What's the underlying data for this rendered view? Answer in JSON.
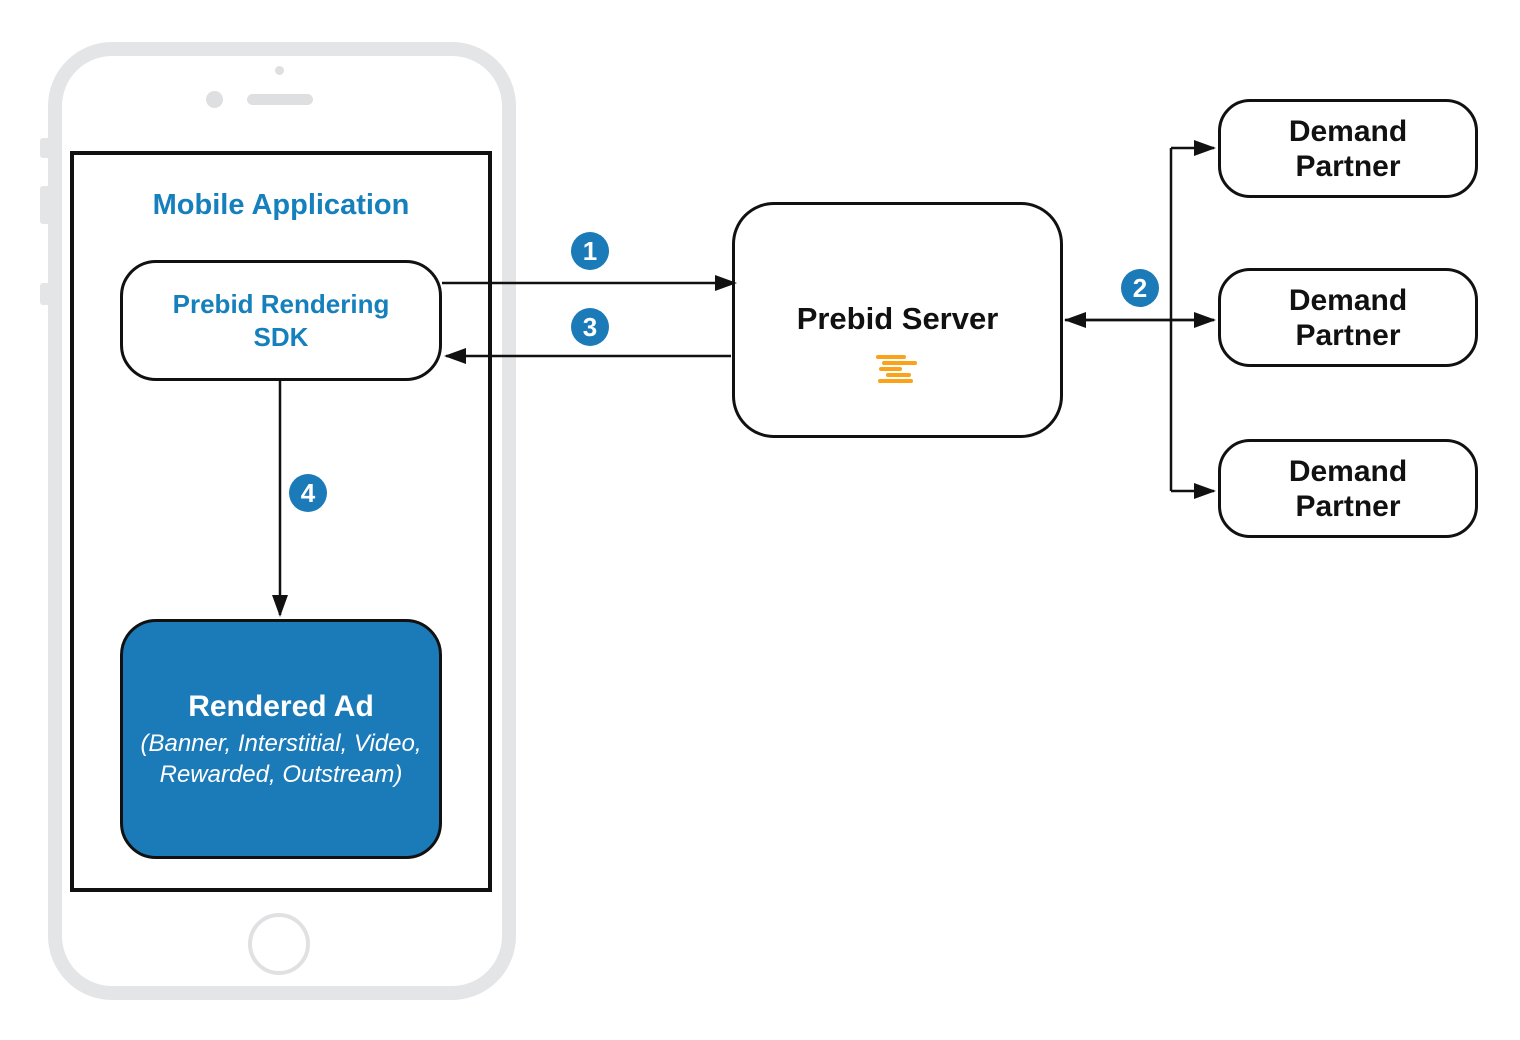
{
  "diagram": {
    "colors": {
      "accent_blue": "#1B7AB8",
      "text_blue": "#1580BC",
      "brand_orange": "#F9A21A",
      "line_black": "#111111",
      "phone_gray": "#E4E5E7"
    },
    "icons": {
      "prebid_logo": "prebid-stacked-lines-icon",
      "phone_parts": [
        "camera-dot-icon",
        "front-camera-icon",
        "speaker-icon",
        "home-button"
      ]
    },
    "phone": {
      "screen_title": "Mobile Application"
    },
    "nodes": {
      "sdk": {
        "line1": "Prebid Rendering",
        "line2": "SDK"
      },
      "rendered_ad": {
        "title": "Rendered Ad",
        "subtitle_line1": "(Banner, Interstitial, Video,",
        "subtitle_line2": "Rewarded, Outstream)"
      },
      "server": {
        "label": "Prebid Server"
      },
      "demand_partners": [
        {
          "line1": "Demand",
          "line2": "Partner"
        },
        {
          "line1": "Demand",
          "line2": "Partner"
        },
        {
          "line1": "Demand",
          "line2": "Partner"
        }
      ]
    },
    "steps": [
      {
        "label": "1"
      },
      {
        "label": "2"
      },
      {
        "label": "3"
      },
      {
        "label": "4"
      }
    ]
  }
}
